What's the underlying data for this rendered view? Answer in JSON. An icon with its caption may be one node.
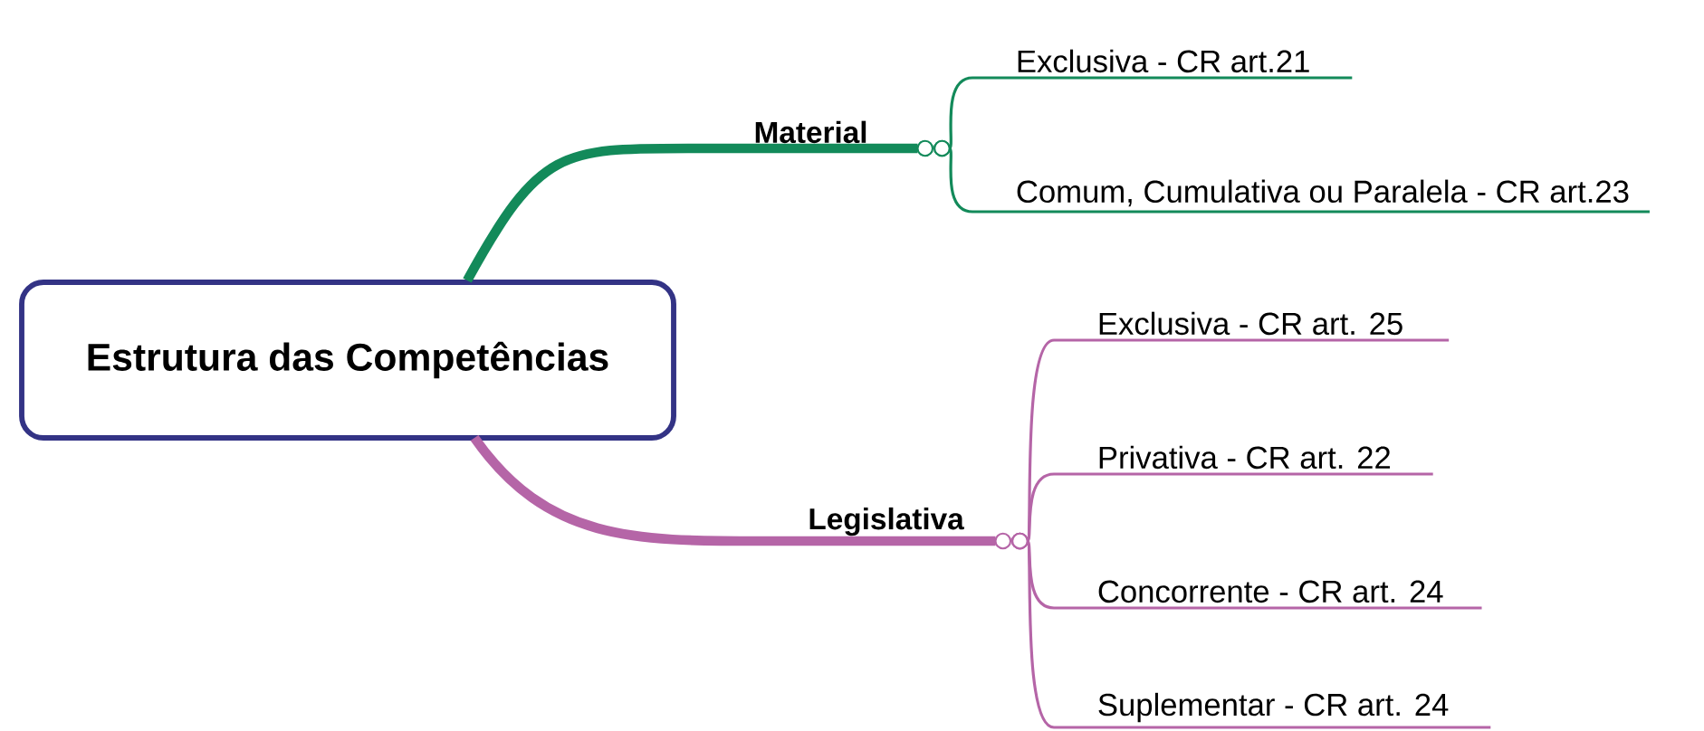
{
  "diagram": {
    "nodes": [
      {
        "text": [
          "Estrutura das Competências"
        ]
      },
      {
        "text": [
          "Material"
        ]
      },
      {
        "text": [
          "Exclusiva - CR art.21"
        ]
      },
      {
        "text": [
          "Comum, Cumulativa ou Paralela - CR art.23"
        ]
      },
      {
        "text": [
          "Legislativa"
        ]
      },
      {
        "text": [
          "Exclusiva - CR art. 25"
        ]
      },
      {
        "text": [
          "Privativa - CR art. 22"
        ]
      },
      {
        "text": [
          "Concorrente - CR art. 24"
        ]
      },
      {
        "text": [
          "Suplementar - CR art. 24"
        ]
      }
    ],
    "edges": [
      {
        "from": 0,
        "to": 1,
        "arrow": "other",
        "style": "thick",
        "color": "#138a5a"
      },
      {
        "from": 1,
        "to": 2,
        "arrow": "other",
        "color": "#138a5a"
      },
      {
        "from": 1,
        "to": 3,
        "arrow": "other",
        "color": "#138a5a"
      },
      {
        "from": 0,
        "to": 4,
        "arrow": "other",
        "style": "thick"
      },
      {
        "from": 4,
        "to": 5,
        "arrow": "other"
      },
      {
        "from": 4,
        "to": 6,
        "arrow": "other"
      },
      {
        "from": 4,
        "to": 7,
        "arrow": "other"
      },
      {
        "from": 4,
        "to": 8,
        "arrow": "other"
      }
    ]
  }
}
